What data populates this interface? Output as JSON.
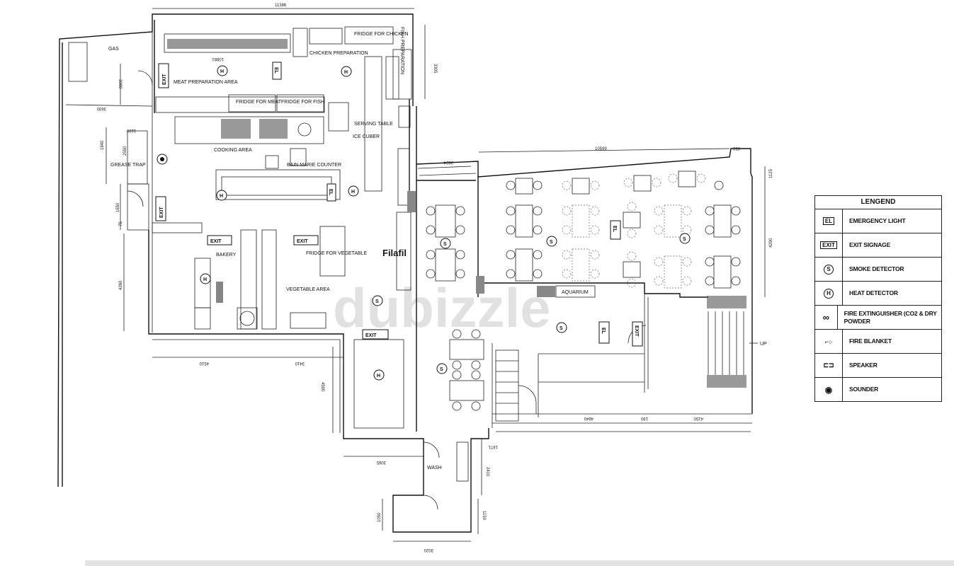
{
  "rooms": {
    "gas": "GAS",
    "chicken_prep": "CHICKEN PREPARATION",
    "fridge_chicken": "FRIDGE FOR CHICKEN",
    "fish_prep": "FISH PREPARATION",
    "meat_prep": "MEAT PREPARATION AREA",
    "fridge_meat": "FRIDGE FOR MEAT",
    "fridge_fish": "FRIDGE FOR FISH",
    "serving_table": "SERVING TABLE",
    "ice_cuber": "ICE CUBER",
    "cooking_area": "COOKING AREA",
    "grease_trap": "GREASE TRAP",
    "bain_marie": "BAIN MARIE COUNTER",
    "bakery": "BAKERY",
    "fridge_veg": "FRIDGE FOR VEGETABLE",
    "veg_area": "VEGETABLE AREA",
    "aquarium": "AQUARIUM",
    "wash": "WASH",
    "filafil": "Filafil",
    "up": "UP"
  },
  "symbols": {
    "exit": "EXIT",
    "el": "EL",
    "smoke": "S",
    "heat": "H"
  },
  "dimensions": {
    "d11386": "11386",
    "d3305": "3305",
    "d3080": "3080",
    "d3630": "3630",
    "d1180": "1180",
    "d1840": "1840",
    "d2550": "2550",
    "d1650": "1650",
    "d75": "75",
    "d4260": "4260",
    "d4510": "4510",
    "d3410": "3410",
    "d4590": "4590",
    "d3065": "3065",
    "d2410": "2410",
    "d1050": "1050",
    "d1150": "1150",
    "d3020": "3020",
    "d1871": "1871",
    "d2624": "2624",
    "d10599": "10599",
    "d950": "950",
    "d1125": "1125",
    "d4290": "4290",
    "d4640": "4640",
    "d180": "180",
    "d4150": "4150",
    "d10881": "10881"
  },
  "legend": {
    "title": "LENGEND",
    "items": [
      {
        "symbol": "EL",
        "label": "EMERGENCY LIGHT"
      },
      {
        "symbol": "EXIT",
        "label": "EXIT SIGNAGE"
      },
      {
        "symbol": "S",
        "label": "SMOKE DETECTOR"
      },
      {
        "symbol": "H",
        "label": "HEAT DETECTOR"
      },
      {
        "symbol": "∞",
        "label": "FIRE EXTINGUISHER (CO2 & DRY POWDER"
      },
      {
        "symbol": "⌐○",
        "label": "FIRE BLANKET"
      },
      {
        "symbol": "⊏⊐",
        "label": "SPEAKER"
      },
      {
        "symbol": "◉",
        "label": "SOUNDER"
      }
    ]
  },
  "watermark": "dubizzle"
}
